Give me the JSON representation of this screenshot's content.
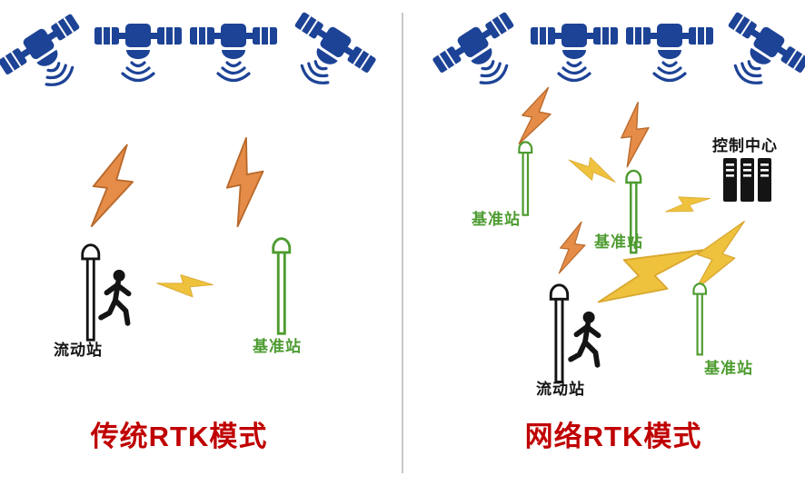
{
  "diagram": {
    "left_panel": {
      "title": "传统RTK模式",
      "rover_label": "流动站",
      "base_label": "基准站"
    },
    "right_panel": {
      "title": "网络RTK模式",
      "rover_label": "流动站",
      "base_labels": [
        "基准站",
        "基准站",
        "基准站"
      ],
      "control_center_label": "控制中心"
    },
    "icons": {
      "satellite": "satellite-icon",
      "satellite_signal": "lightning-bolt-orange-icon",
      "data_link": "lightning-bolt-yellow-icon",
      "rover_station": "rover-antenna-icon",
      "base_station": "base-antenna-icon",
      "surveyor": "walking-person-icon",
      "control_center": "server-rack-icon"
    },
    "colors": {
      "satellite_blue": "#1D4396",
      "bolt_orange": "#E58C48",
      "bolt_orange_outline": "#B96A2C",
      "bolt_yellow": "#EFC23E",
      "bolt_yellow_outline": "#D9A830",
      "station_green": "#4C9B2F",
      "station_black": "#141414",
      "title_red": "#C00000",
      "divider_gray": "#C8C8C8",
      "background": "#FFFFFF"
    }
  }
}
